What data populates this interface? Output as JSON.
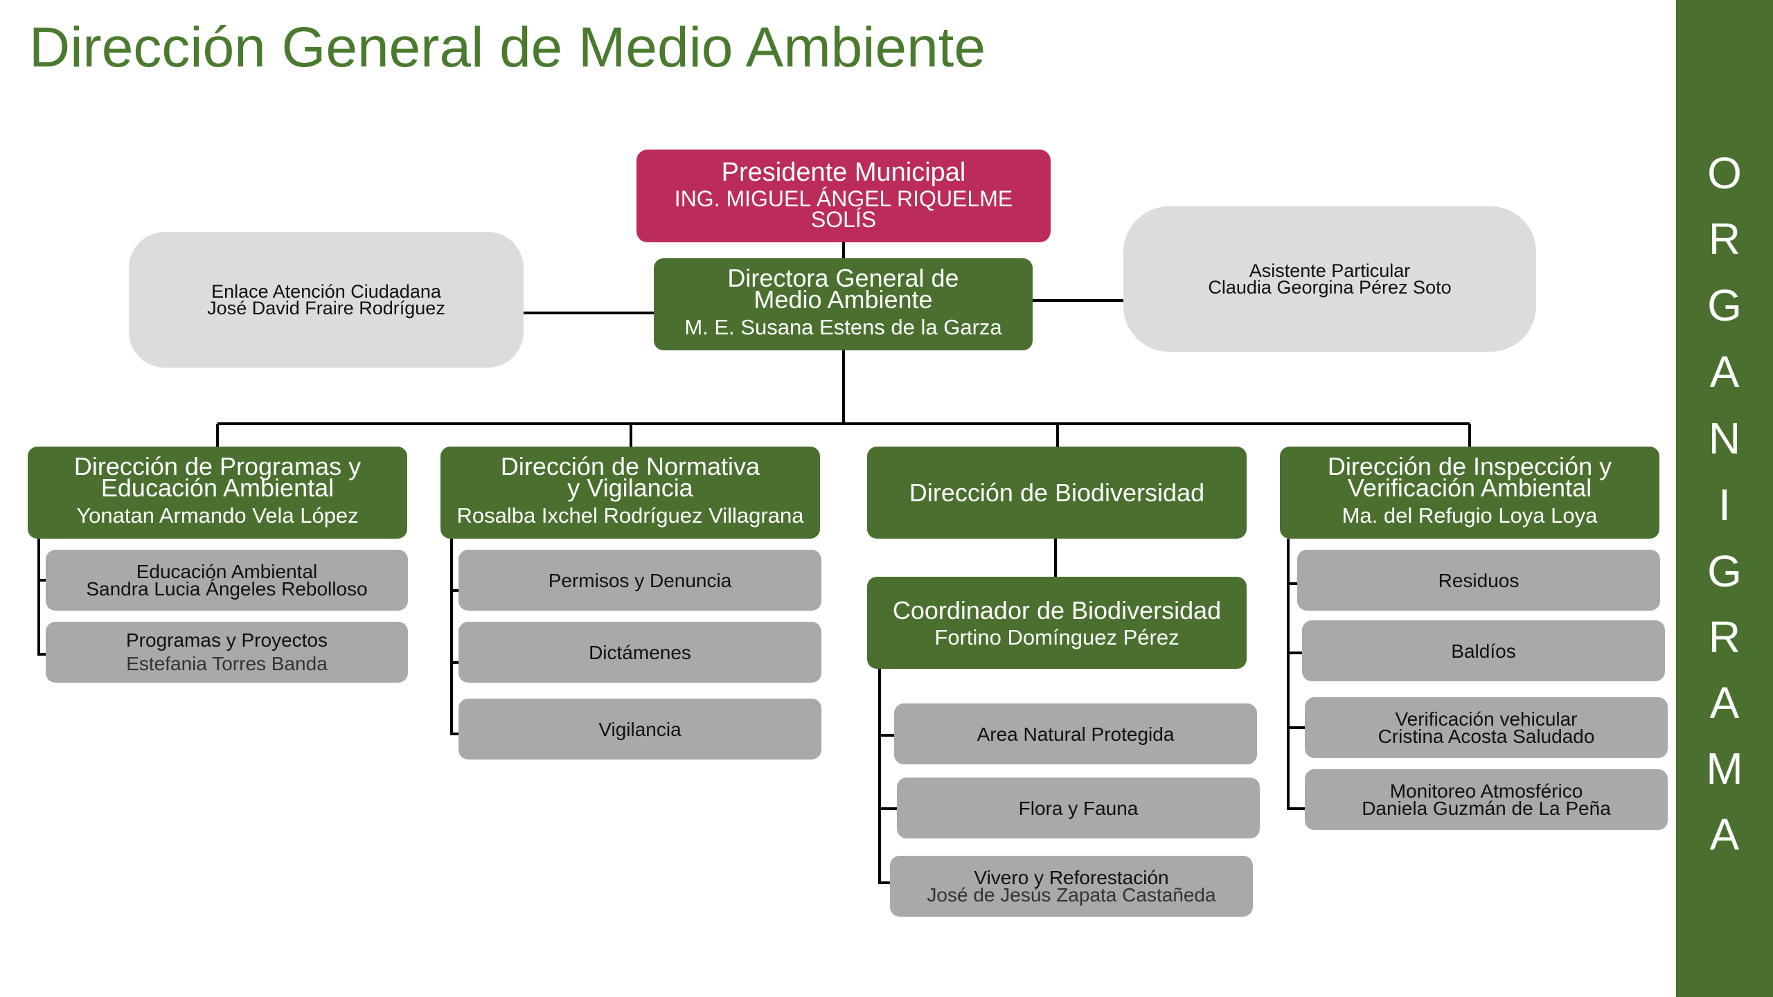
{
  "title": "Dirección General de Medio Ambiente",
  "sidebar_word": [
    "O",
    "R",
    "G",
    "A",
    "N",
    "I",
    "G",
    "R",
    "A",
    "M",
    "A"
  ],
  "colors": {
    "title": "#4a7a2e",
    "green": "#4b6f2f",
    "red": "#bb2c5a",
    "gray": "#a9a9a9",
    "lightgray": "#dcdcde"
  },
  "president": {
    "role": "Presidente Municipal",
    "name_line1": "ING. MIGUEL ÁNGEL RIQUELME",
    "name_line2": "SOLÍS"
  },
  "director_general": {
    "role_line1": "Directora General de",
    "role_line2": "Medio Ambiente",
    "name": "M. E. Susana Estens de la Garza"
  },
  "enlace": {
    "line1": "Enlace Atención Ciudadana",
    "line2": "José David Fraire Rodríguez"
  },
  "asistente": {
    "line1": "Asistente Particular",
    "line2": "Claudia Georgina Pérez Soto"
  },
  "programas": {
    "role_line1": "Dirección de Programas y",
    "role_line2": "Educación Ambiental",
    "name": "Yonatan Armando Vela López",
    "sub1_line1": "Educación Ambiental",
    "sub1_line2": "Sandra Lucia Ángeles Rebolloso",
    "sub2_line1": "Programas y Proyectos",
    "sub2_line2": "Estefania Torres Banda"
  },
  "normativa": {
    "role_line1": "Dirección de Normativa",
    "role_line2": "y Vigilancia",
    "name": "Rosalba Ixchel Rodríguez Villagrana",
    "sub1": "Permisos y Denuncia",
    "sub2": "Dictámenes",
    "sub3": "Vigilancia"
  },
  "biodiversidad": {
    "role": "Dirección de Biodiversidad",
    "coord_role": "Coordinador de Biodiversidad",
    "coord_name": "Fortino Domínguez Pérez",
    "sub1": "Area Natural Protegida",
    "sub2": "Flora y Fauna",
    "sub3_line1": "Vivero y Reforestación",
    "sub3_line2": "José de Jesús Zapata Castañeda"
  },
  "inspeccion": {
    "role_line1": "Dirección de Inspección y",
    "role_line2": "Verificación Ambiental",
    "name": "Ma. del Refugio Loya Loya",
    "sub1": "Residuos",
    "sub2": "Baldíos",
    "sub3_line1": "Verificación vehicular",
    "sub3_line2": "Cristina Acosta Saludado",
    "sub4_line1": "Monitoreo Atmosférico",
    "sub4_line2": "Daniela Guzmán de La Peña"
  }
}
